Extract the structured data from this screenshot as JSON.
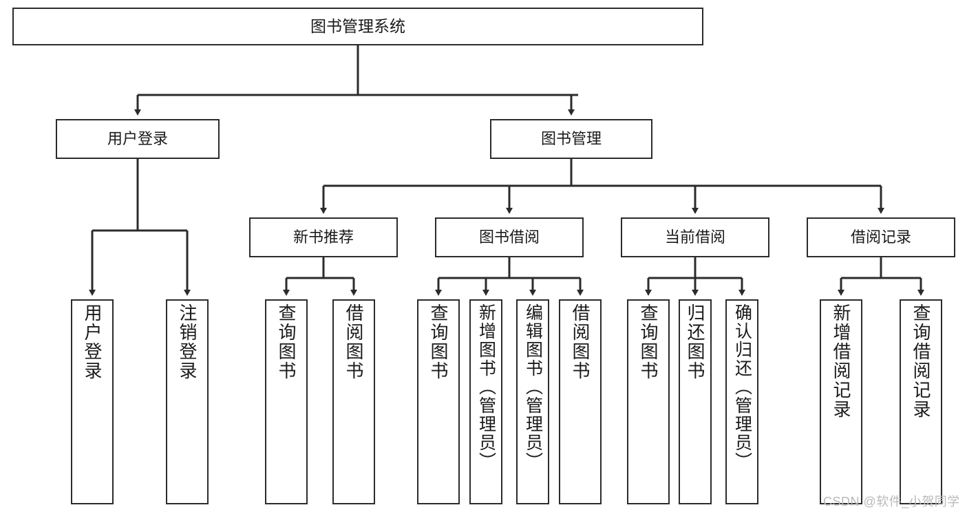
{
  "diagram": {
    "type": "tree-hierarchy",
    "title": "图书管理系统",
    "root": {
      "id": "root",
      "label": "图书管理系统"
    },
    "level1": [
      {
        "id": "user-login",
        "label": "用户登录"
      },
      {
        "id": "book-manage",
        "label": "图书管理"
      }
    ],
    "level2": [
      {
        "id": "new-book-rec",
        "label": "新书推荐",
        "parent": "book-manage"
      },
      {
        "id": "book-borrow",
        "label": "图书借阅",
        "parent": "book-manage"
      },
      {
        "id": "current-borrow",
        "label": "当前借阅",
        "parent": "book-manage"
      },
      {
        "id": "borrow-record",
        "label": "借阅记录",
        "parent": "book-manage"
      }
    ],
    "leaves": [
      {
        "id": "leaf-user-login",
        "label": "用户登录",
        "parent": "user-login"
      },
      {
        "id": "leaf-logout-login",
        "label": "注销登录",
        "parent": "user-login"
      },
      {
        "id": "leaf-query-book-rec",
        "label": "查询图书",
        "parent": "new-book-rec"
      },
      {
        "id": "leaf-borrow-book-rec",
        "label": "借阅图书",
        "parent": "new-book-rec"
      },
      {
        "id": "leaf-query-book-borrow",
        "label": "查询图书",
        "parent": "book-borrow"
      },
      {
        "id": "leaf-add-book",
        "label": "新增图书（管理员）",
        "parent": "book-borrow"
      },
      {
        "id": "leaf-edit-book",
        "label": "编辑图书（管理员）",
        "parent": "book-borrow"
      },
      {
        "id": "leaf-borrow-book",
        "label": "借阅图书",
        "parent": "book-borrow"
      },
      {
        "id": "leaf-query-book-cur",
        "label": "查询图书",
        "parent": "current-borrow"
      },
      {
        "id": "leaf-return-book",
        "label": "归还图书",
        "parent": "current-borrow"
      },
      {
        "id": "leaf-confirm-return",
        "label": "确认归还（管理员）",
        "parent": "current-borrow"
      },
      {
        "id": "leaf-add-record",
        "label": "新增借阅记录",
        "parent": "borrow-record"
      },
      {
        "id": "leaf-query-record",
        "label": "查询借阅记录",
        "parent": "borrow-record"
      }
    ],
    "colors": {
      "box_border": "#2b2b2b",
      "box_fill": "#ffffff",
      "edge": "#2b2b2b",
      "text": "#1a1a1a",
      "background": "#ffffff",
      "watermark": "#b9b9b9"
    }
  },
  "watermark": {
    "text": "CSDN @软件_小贺同学"
  }
}
